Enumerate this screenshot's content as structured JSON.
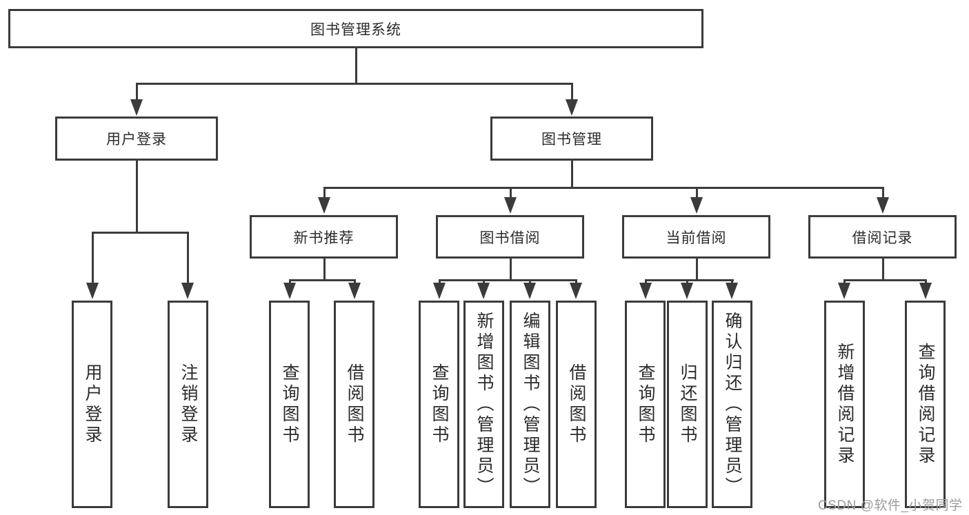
{
  "diagram": {
    "root": {
      "label": "图书管理系统"
    },
    "branches": [
      {
        "label": "用户登录",
        "children": [
          {
            "label": "用户登录"
          },
          {
            "label": "注销登录"
          }
        ]
      },
      {
        "label": "图书管理",
        "children": [
          {
            "label": "新书推荐",
            "children": [
              {
                "label": "查询图书"
              },
              {
                "label": "借阅图书"
              }
            ]
          },
          {
            "label": "图书借阅",
            "children": [
              {
                "label": "查询图书"
              },
              {
                "label": "新增图书（管理员）"
              },
              {
                "label": "编辑图书（管理员）"
              },
              {
                "label": "借阅图书"
              }
            ]
          },
          {
            "label": "当前借阅",
            "children": [
              {
                "label": "查询图书"
              },
              {
                "label": "归还图书"
              },
              {
                "label": "确认归还（管理员）"
              }
            ]
          },
          {
            "label": "借阅记录",
            "children": [
              {
                "label": "新增借阅记录"
              },
              {
                "label": "查询借阅记录"
              }
            ]
          }
        ]
      }
    ]
  },
  "watermark": {
    "text": "CSDN @软件_小贺同学"
  },
  "colors": {
    "line": "#3b3b3b",
    "text": "#2b2b2b",
    "watermark": "#9c9c9c",
    "background": "#ffffff"
  }
}
